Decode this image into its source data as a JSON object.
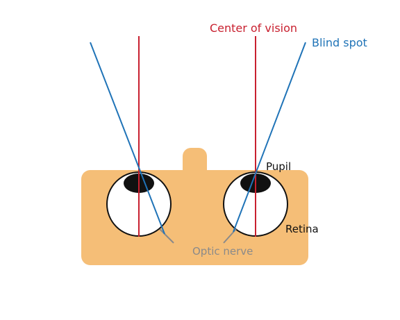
{
  "labels": {
    "center_of_vision": "Center of vision",
    "blind_spot": "Blind spot",
    "pupil": "Pupil",
    "retina": "Retina",
    "optic_nerve": "Optic nerve"
  },
  "colors": {
    "background": "#ffffff",
    "head": "#f5be77",
    "center_line": "#c8202f",
    "blind_line": "#1f73b7",
    "eye_white": "#ffffff",
    "eye_outline": "#111111",
    "pupil": "#111111",
    "optic_nerve": "#8a8a8a",
    "text_dark": "#111111",
    "text_gray": "#8a8a8a"
  }
}
